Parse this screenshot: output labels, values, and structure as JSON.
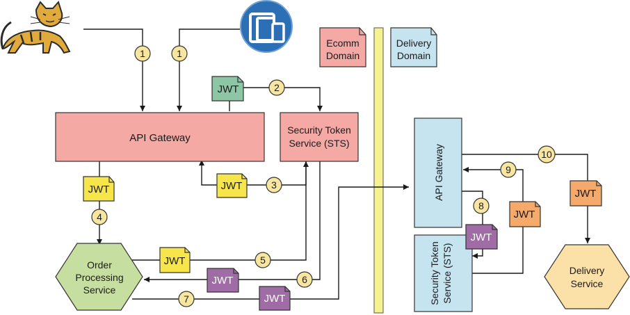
{
  "legend": {
    "ecomm": {
      "line1": "Ecomm",
      "line2": "Domain",
      "color": "#f4a9a4"
    },
    "delivery": {
      "line1": "Delivery",
      "line2": "Domain",
      "color": "#c6e3f0"
    }
  },
  "ecomm": {
    "api_gateway": "API Gateway",
    "sts": {
      "line1": "Security Token",
      "line2": "Service (STS)"
    },
    "order_service": {
      "line1": "Order",
      "line2": "Processing",
      "line3": "Service"
    }
  },
  "delivery": {
    "api_gateway": "API Gateway",
    "sts": {
      "line1": "Security Token",
      "line2": "Service (STS)"
    },
    "delivery_service": {
      "line1": "Delivery",
      "line2": "Service"
    }
  },
  "token_label": "JWT",
  "steps": [
    "1",
    "1",
    "2",
    "3",
    "4",
    "5",
    "6",
    "7",
    "8",
    "9",
    "10"
  ],
  "colors": {
    "jwt_green": "#8dc6a4",
    "jwt_yellow": "#f7e64b",
    "jwt_purple": "#a06ca6",
    "jwt_orange": "#f5a96b",
    "step_circle": "#f8e6a0",
    "divider": "#f7f18f",
    "hexagon_green": "#c6dfa0",
    "hexagon_orange": "#fbe0a8"
  }
}
